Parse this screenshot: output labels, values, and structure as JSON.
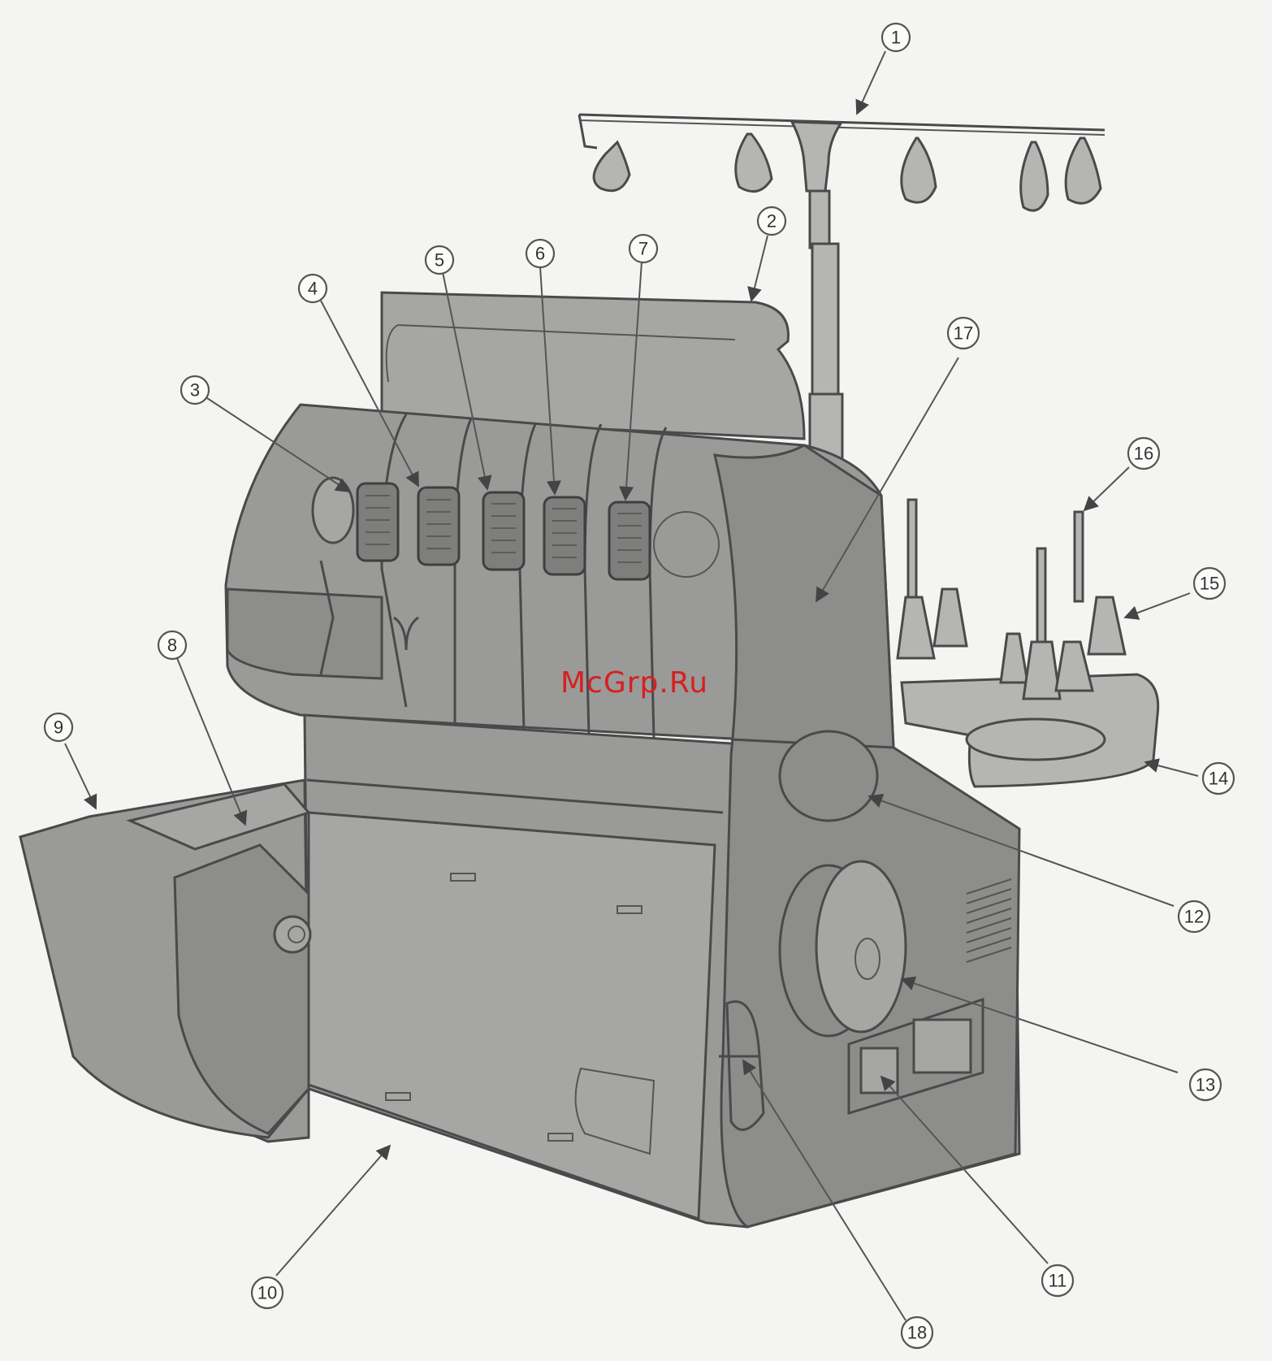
{
  "diagram": {
    "watermark": "McGrp.Ru",
    "callouts": [
      "1",
      "2",
      "3",
      "4",
      "5",
      "6",
      "7",
      "8",
      "9",
      "10",
      "11",
      "12",
      "13",
      "14",
      "15",
      "16",
      "17",
      "18"
    ]
  }
}
